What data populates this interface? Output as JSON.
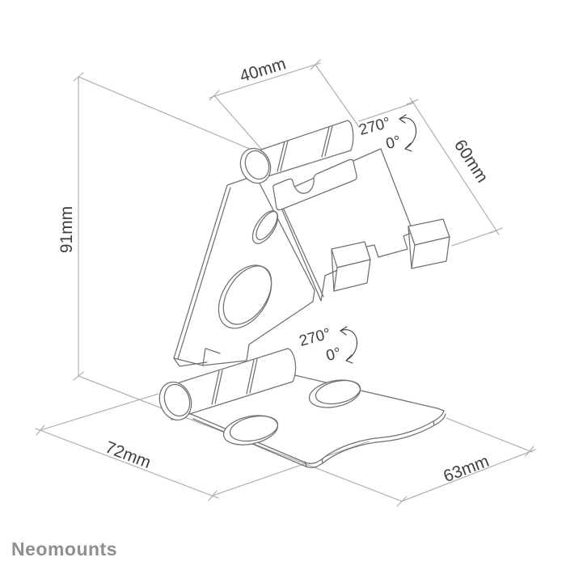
{
  "brand": {
    "name": "Neomounts"
  },
  "dimensions": {
    "top_width": "40mm",
    "cradle_depth": "60mm",
    "height": "91mm",
    "base_depth": "72mm",
    "base_width": "63mm"
  },
  "rotation_top": {
    "max_angle": "270°",
    "min_angle": "0°"
  },
  "rotation_bottom": {
    "max_angle": "270°",
    "min_angle": "0°"
  },
  "colors": {
    "background": "#ffffff",
    "object_line": "#707070",
    "dimension_line": "#a8a8a8",
    "label_text": "#3f3f3f",
    "brand_text": "#8f8f8f"
  }
}
